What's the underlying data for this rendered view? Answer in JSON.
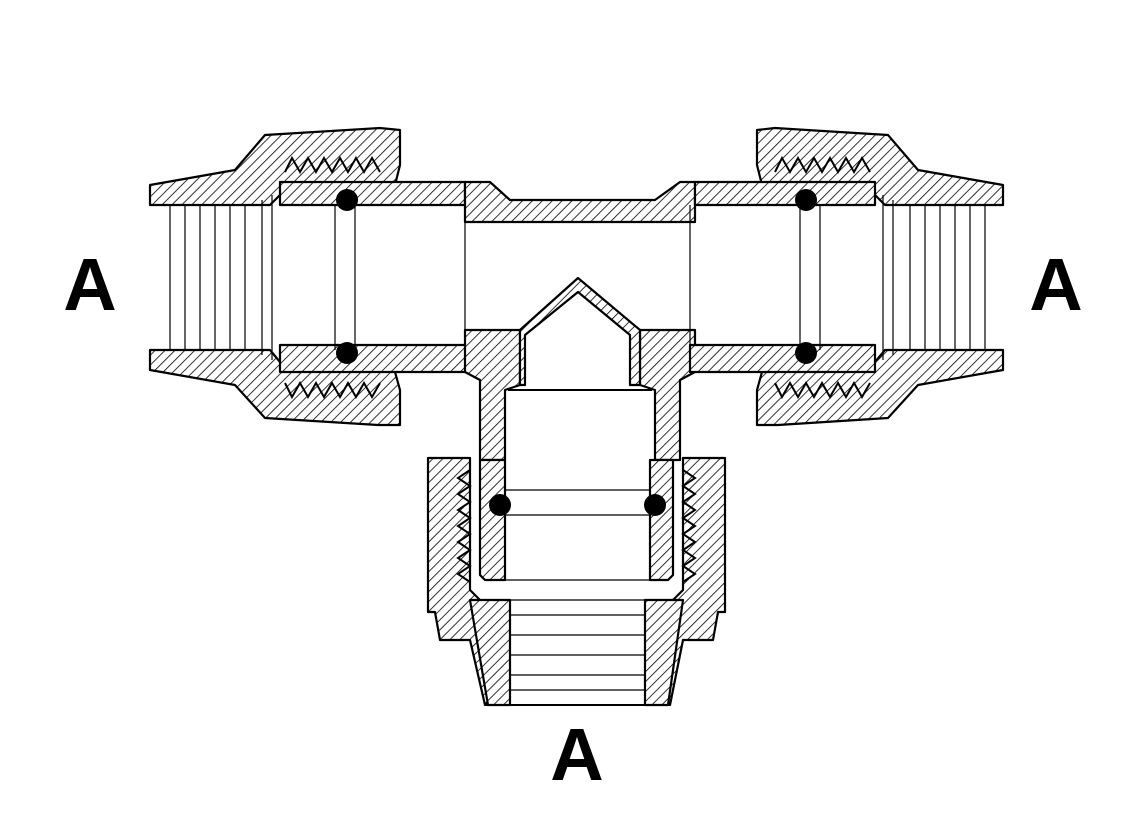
{
  "diagram": {
    "labels": {
      "left": "A",
      "right": "A",
      "bottom": "A"
    },
    "colors": {
      "line": "#000000",
      "background": "#ffffff",
      "hatch": "#000000"
    }
  }
}
